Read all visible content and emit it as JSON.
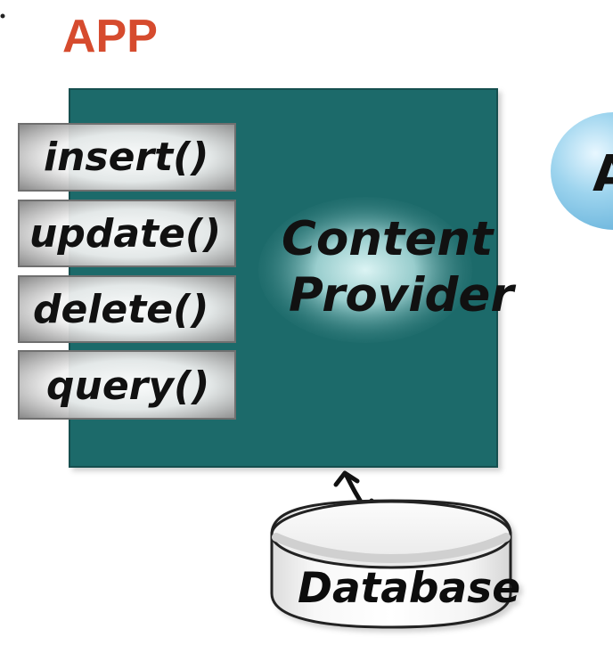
{
  "diagram": {
    "app_label": "APP",
    "provider": {
      "line1": "Content",
      "line2": "Provider"
    },
    "methods": [
      {
        "label": "insert()"
      },
      {
        "label": "update()"
      },
      {
        "label": "delete()"
      },
      {
        "label": "query()"
      }
    ],
    "database_label": "Database",
    "partial_bubble_label": "A"
  },
  "colors": {
    "app_label": "#d64b2e",
    "provider_box": "#1f6b6b",
    "provider_glow": "#d8f3f3",
    "method_box": "#8c8c8c",
    "method_glow": "#f6f6f6",
    "database_fill": "#f3f3f3",
    "bubble": "#8fcbe8"
  }
}
